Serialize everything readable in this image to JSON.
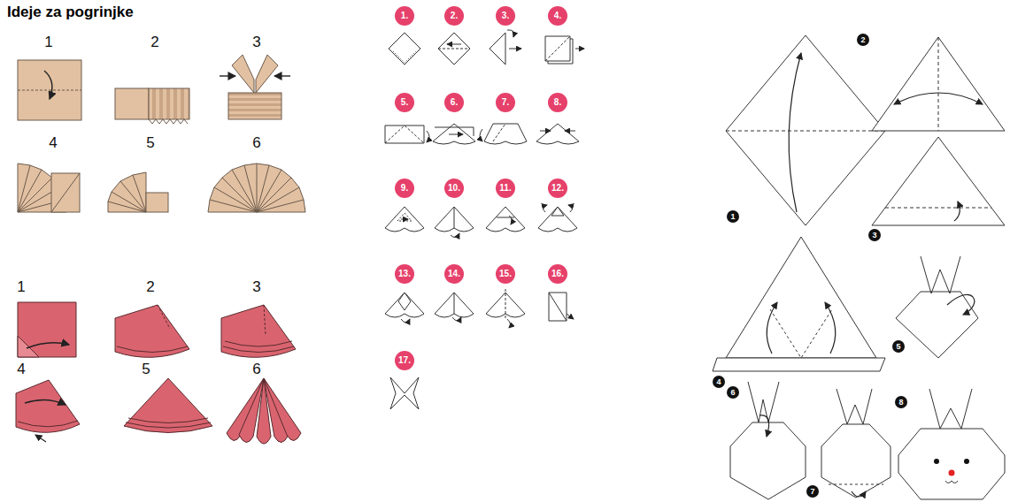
{
  "diagram": {
    "title": "Ideje za pogrinjke",
    "labels": [
      "1",
      "2",
      "3",
      "4",
      "5",
      "6",
      "1",
      "2",
      "3",
      "4",
      "5",
      "6",
      "1.",
      "2.",
      "3.",
      "4.",
      "5.",
      "6.",
      "7.",
      "8.",
      "9.",
      "10.",
      "11.",
      "12.",
      "13.",
      "14.",
      "15.",
      "16.",
      "17.",
      "1",
      "2",
      "3",
      "4",
      "5",
      "6",
      "7",
      "8"
    ]
  }
}
